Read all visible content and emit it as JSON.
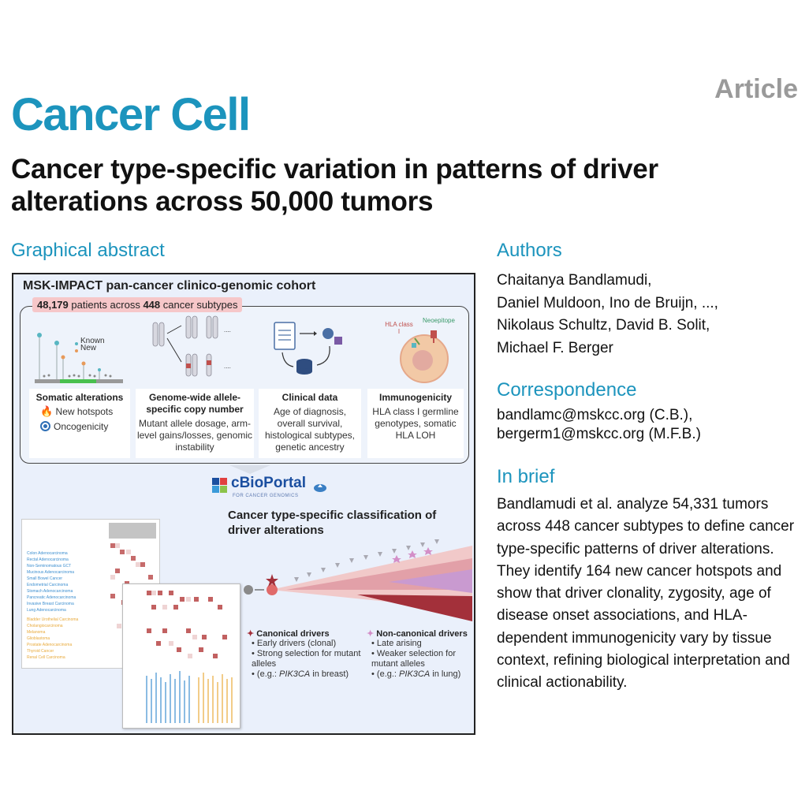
{
  "header": {
    "article_label": "Article",
    "journal": "Cancer Cell",
    "title": "Cancer type-specific variation in patterns of driver alterations across 50,000 tumors"
  },
  "graphical_abstract": {
    "heading": "Graphical abstract",
    "cohort_title": "MSK-IMPACT pan-cancer clinico-genomic cohort",
    "cohort_pill": {
      "patients": "48,179",
      "mid": "patients across",
      "subtypes": "448",
      "tail": "cancer subtypes"
    },
    "lollipop_legend": {
      "known": "Known",
      "new": "New"
    },
    "hla_label": "HLA class I",
    "neoepitope_label": "Neoepitope",
    "cards": {
      "somatic": {
        "title": "Somatic alterations",
        "row1": "New hotspots",
        "row2": "Oncogenicity"
      },
      "copy_number": {
        "title": "Genome-wide allele-specific copy number",
        "body": "Mutant allele dosage, arm-level gains/losses, genomic instability"
      },
      "clinical": {
        "title": "Clinical data",
        "body": "Age of diagnosis, overall survival, histological subtypes, genetic ancestry"
      },
      "immuno": {
        "title": "Immunogenicity",
        "body": "HLA class I germline genotypes, somatic HLA LOH"
      }
    },
    "cbioportal": {
      "name": "cBioPortal",
      "sub": "FOR CANCER GENOMICS"
    },
    "classification_title": "Cancer type-specific classification of driver alterations",
    "canonical": {
      "title": "Canonical drivers",
      "items": [
        "Early drivers (clonal)",
        "Strong selection for mutant alleles"
      ],
      "example_prefix": "(e.g.: ",
      "example_gene": "PIK3CA",
      "example_suffix": " in breast)"
    },
    "noncanonical": {
      "title": "Non-canonical drivers",
      "items": [
        "Late arising",
        "Weaker selection for mutant alleles"
      ],
      "example_prefix": "(e.g.: ",
      "example_gene": "PIK3CA",
      "example_suffix": " in lung)"
    },
    "colors": {
      "pink": "#f6c7c9",
      "blue": "#1c94bd",
      "dark_red": "#9b2a2a",
      "purple": "#b07ab8"
    }
  },
  "authors": {
    "heading": "Authors",
    "lines": [
      "Chaitanya Bandlamudi,",
      "Daniel Muldoon, Ino de Bruijn, ...,",
      "Nikolaus Schultz, David B. Solit,",
      "Michael F. Berger"
    ]
  },
  "correspondence": {
    "heading": "Correspondence",
    "lines": [
      "bandlamc@mskcc.org (C.B.),",
      "bergerm1@mskcc.org (M.F.B.)"
    ]
  },
  "in_brief": {
    "heading": "In brief",
    "text": "Bandlamudi et al. analyze 54,331 tumors across 448 cancer subtypes to define cancer type-specific patterns of driver alterations. They identify 164 new cancer hotspots and show that driver clonality, zygosity, age of disease onset associations, and HLA-dependent immunogenicity vary by tissue context, refining biological interpretation and clinical actionability."
  }
}
